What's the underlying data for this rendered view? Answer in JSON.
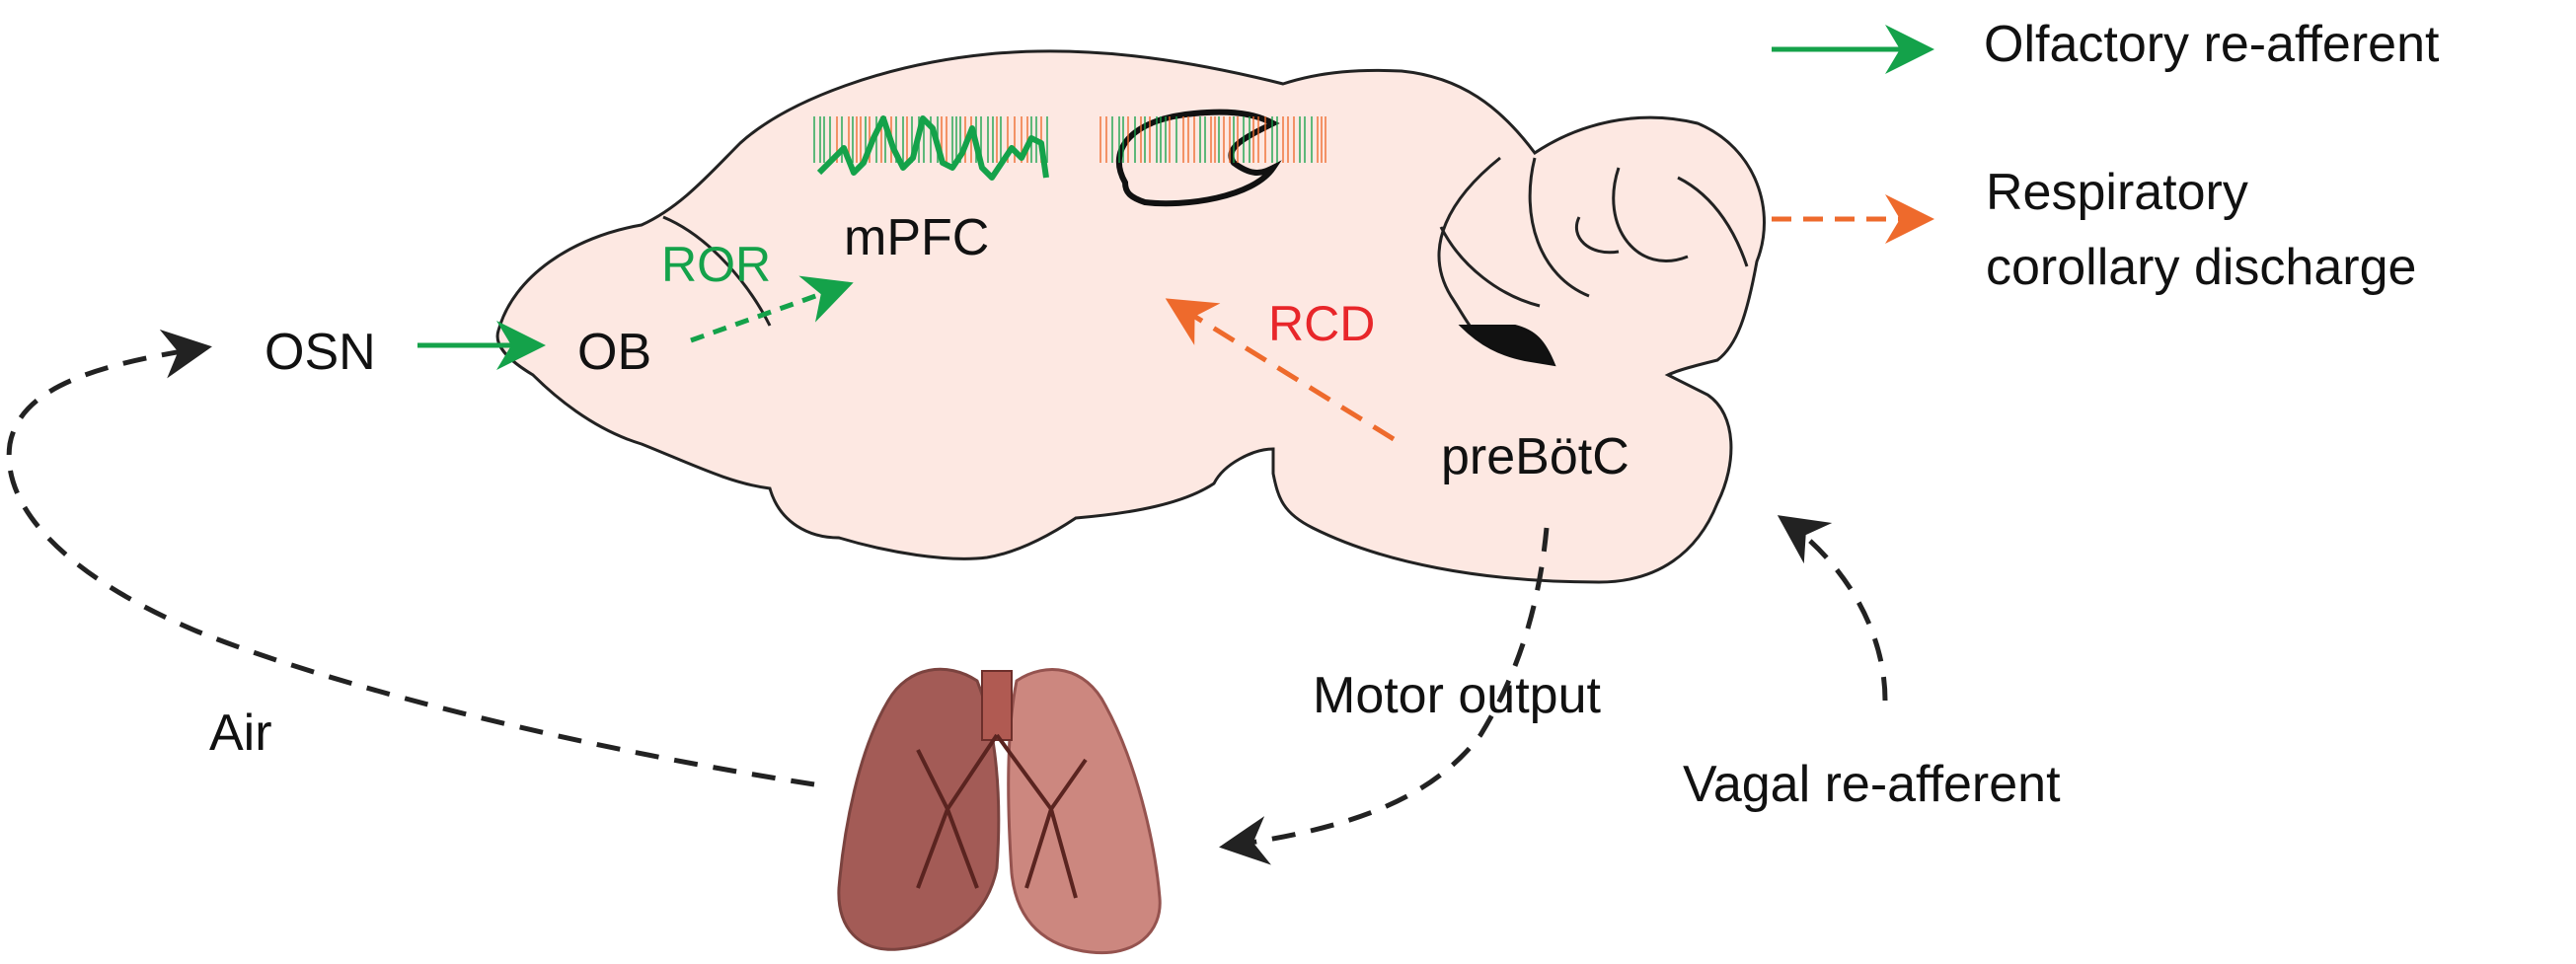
{
  "labels": {
    "osn": "OSN",
    "ob": "OB",
    "ror": "ROR",
    "mpfc": "mPFC",
    "rcd": "RCD",
    "prebotc": "preBötC",
    "motor_output": "Motor output",
    "vagal": "Vagal re-afferent",
    "air": "Air"
  },
  "legend": {
    "olfactory": "Olfactory re-afferent",
    "respiratory_line1": "Respiratory",
    "respiratory_line2": "corollary discharge"
  },
  "colors": {
    "brain_fill": "#fde8e2",
    "green": "#14a24a",
    "orange": "#ee6a2c",
    "red_label": "#e8262a",
    "dark": "#222222",
    "lung": "#9a4a44"
  }
}
